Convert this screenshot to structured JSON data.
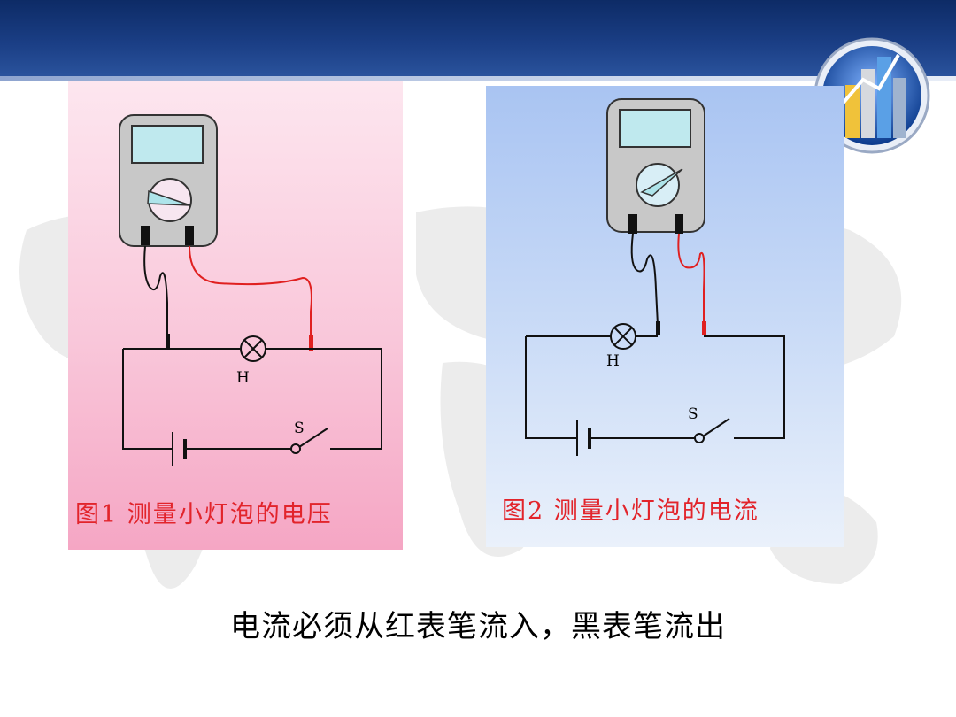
{
  "figures": [
    {
      "caption": "图1 测量小灯泡的电压",
      "lamp_label": "H",
      "switch_label": "S"
    },
    {
      "caption": "图2 测量小灯泡的电流",
      "lamp_label": "H",
      "switch_label": "S"
    }
  ],
  "bottom_note": "电流必须从红表笔流入，黑表笔流出",
  "colors": {
    "header": "#1b3f86",
    "caption_red": "#e2242b",
    "probe_red": "#e02020",
    "panel_1_pink": "#f9c7da",
    "panel_2_blue": "#cbdcf7"
  },
  "icons": {
    "logo": "bar-chart-globe-icon",
    "background": "world-map-icon"
  }
}
